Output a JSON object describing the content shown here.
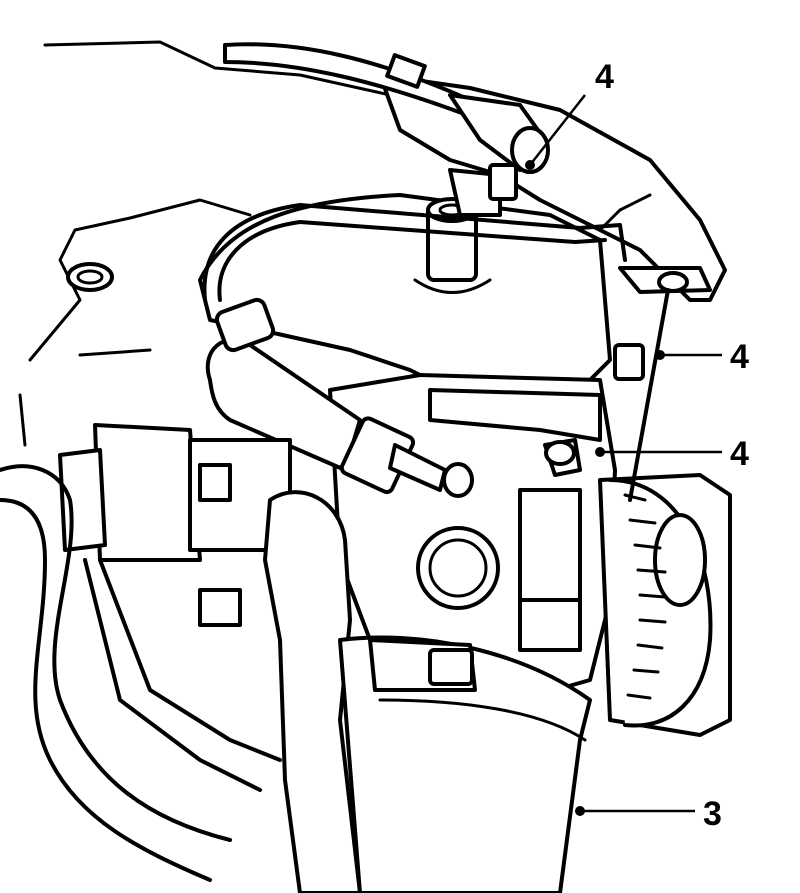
{
  "callouts": [
    {
      "id": "c1",
      "label": "4"
    },
    {
      "id": "c2",
      "label": "4"
    },
    {
      "id": "c3",
      "label": "4"
    },
    {
      "id": "c4",
      "label": "3"
    }
  ]
}
